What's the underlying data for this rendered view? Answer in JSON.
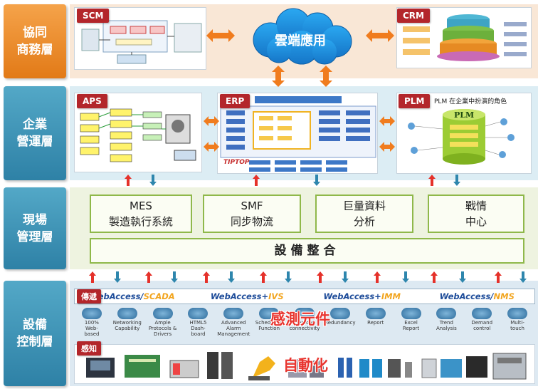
{
  "layers": {
    "collab": "協同\n商務層",
    "enterprise": "企業\n營運層",
    "field": "現場\n管理層",
    "device": "設備\n控制層"
  },
  "systems": {
    "scm": "SCM",
    "crm": "CRM",
    "aps": "APS",
    "erp": "ERP",
    "plm": "PLM",
    "plm_caption": "PLM 在企業中扮演的角色",
    "erp_logo": "TIPTOP"
  },
  "cloud": {
    "label": "雲端應用"
  },
  "field": {
    "mes": [
      "MES",
      "製造執行系統"
    ],
    "smf": [
      "SMF",
      "同步物流"
    ],
    "bigdata": [
      "巨量資料",
      "分析"
    ],
    "warroom": [
      "戰情",
      "中心"
    ],
    "integration": "設備整合"
  },
  "device": {
    "transmit_tag": "傳遞",
    "sense_tag": "感知",
    "webaccess": [
      {
        "prefix": "WebAccess/",
        "suffix": "SCADA",
        "color": "#f2a51f"
      },
      {
        "prefix": "WebAccess+",
        "suffix": "IVS",
        "color": "#f2a51f"
      },
      {
        "prefix": "WebAccess+",
        "suffix": "IMM",
        "color": "#f2a51f"
      },
      {
        "prefix": "WebAccess/",
        "suffix": "NMS",
        "color": "#f2a51f"
      }
    ],
    "features": [
      "100%\nWeb-\nbased",
      "Networking\nCapability",
      "Ample\nProtocols &\nDrivers",
      "HTML5\nDash-\nboard",
      "Advanced\nAlarm\nManagement",
      "Scheduling\nFunction",
      "Remote\nconnectivity",
      "Redundancy",
      "Report",
      "Excel\nReport",
      "Trend\nAnalysis",
      "Demand\ncontrol",
      "Multi-\ntouch"
    ],
    "sensing_overlay": "感測元件",
    "automation_overlay": "自動化"
  }
}
